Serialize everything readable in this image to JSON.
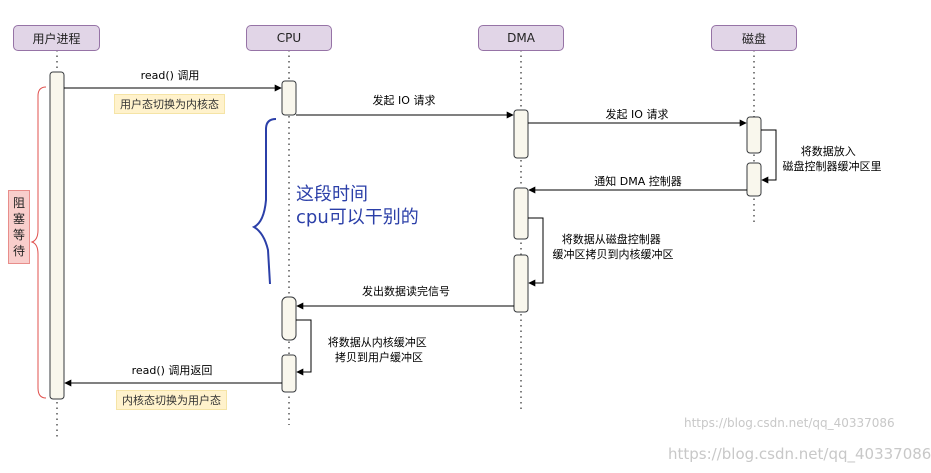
{
  "participants": [
    {
      "id": "user",
      "label": "用户进程"
    },
    {
      "id": "cpu",
      "label": "CPU"
    },
    {
      "id": "dma",
      "label": "DMA"
    },
    {
      "id": "disk",
      "label": "磁盘"
    }
  ],
  "messages": {
    "read_call": "read() 调用",
    "cpu_io": "发起 IO 请求",
    "dma_io": "发起 IO 请求",
    "disk_self": "将数据放入\n磁盘控制器缓冲区里",
    "notify_dma": "通知 DMA 控制器",
    "dma_self": "将数据从磁盘控制器\n缓冲区拷贝到内核缓冲区",
    "read_done": "发出数据读完信号",
    "cpu_self": "将数据从内核缓冲区\n拷贝到用户缓冲区",
    "read_return": "read() 调用返回"
  },
  "notes": {
    "to_kernel": "用户态切换为内核态",
    "to_user": "内核态切换为用户态",
    "blocked": "阻塞等待",
    "cpu_free_line1": "这段时间",
    "cpu_free_line2": "cpu可以干别的"
  },
  "watermark": {
    "small": "https://blog.csdn.net/qq_40337086",
    "large": "https://blog.csdn.net/qq_40337086"
  }
}
